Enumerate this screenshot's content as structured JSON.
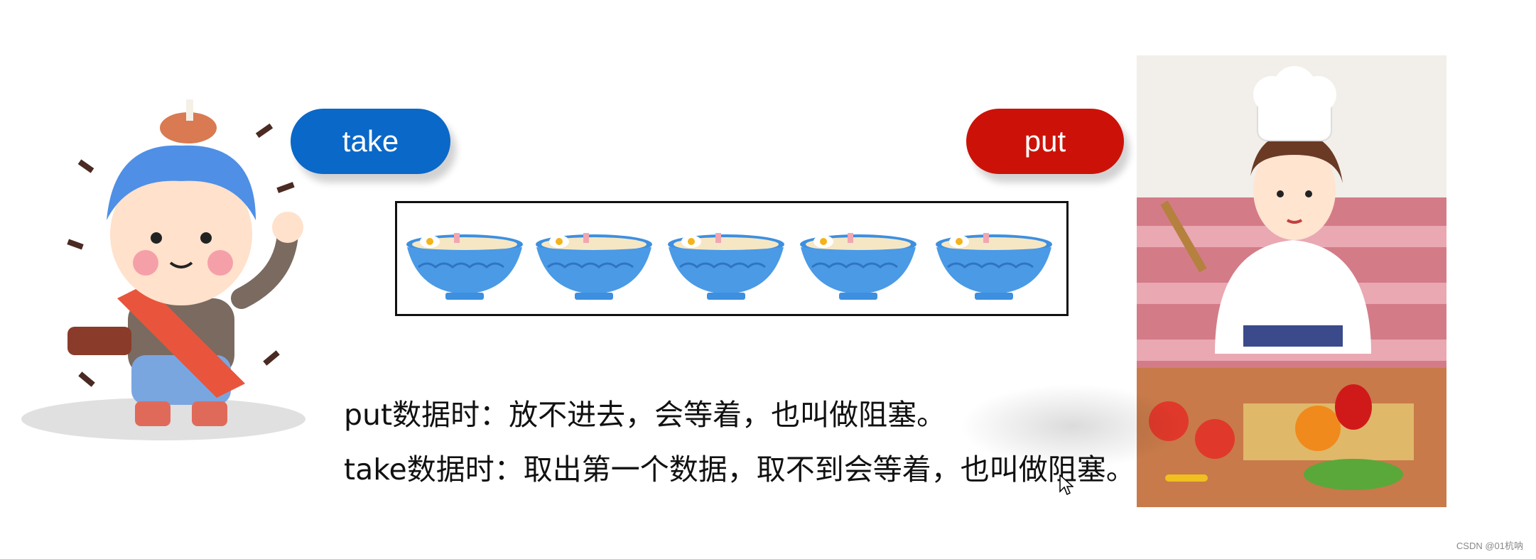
{
  "buttons": {
    "take": "take",
    "put": "put"
  },
  "queue": {
    "item_count": 5,
    "item_icon": "noodle-bowl-icon"
  },
  "captions": {
    "put_line": "put数据时：放不进去，会等着，也叫做阻塞。",
    "take_line": "take数据时：取出第一个数据，取不到会等着，也叫做阻塞。"
  },
  "illustrations": {
    "consumer": "glutton-boy-illustration",
    "producer": "chef-girl-illustration"
  },
  "watermark": "CSDN @01杭呐",
  "colors": {
    "take": "#0a68c8",
    "put": "#cc1208",
    "bowl": "#3d8fe0",
    "box_border": "#111111"
  }
}
